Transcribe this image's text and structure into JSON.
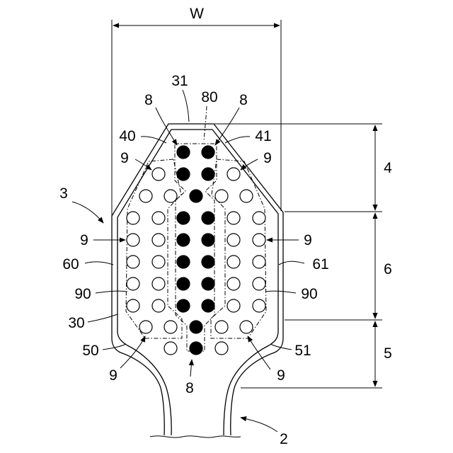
{
  "labels": {
    "width": "W",
    "head_tip": "31",
    "center_region": "80",
    "black_tuft_left": "8",
    "black_tuft_right": "8",
    "black_tuft_bottom": "8",
    "region_left_top": "40",
    "region_right_top": "41",
    "white_tuft_top_left": "9",
    "white_tuft_top_right": "9",
    "white_tuft_mid_left": "9",
    "white_tuft_mid_right": "9",
    "white_tuft_bottom_left": "9",
    "white_tuft_bottom_right": "9",
    "head": "3",
    "side_left": "60",
    "side_right": "61",
    "region_left": "90",
    "region_right": "90",
    "head_base": "30",
    "region_left_bottom": "50",
    "region_right_bottom": "51",
    "neck": "2",
    "dim_top": "4",
    "dim_middle": "6",
    "dim_bottom": "5"
  }
}
